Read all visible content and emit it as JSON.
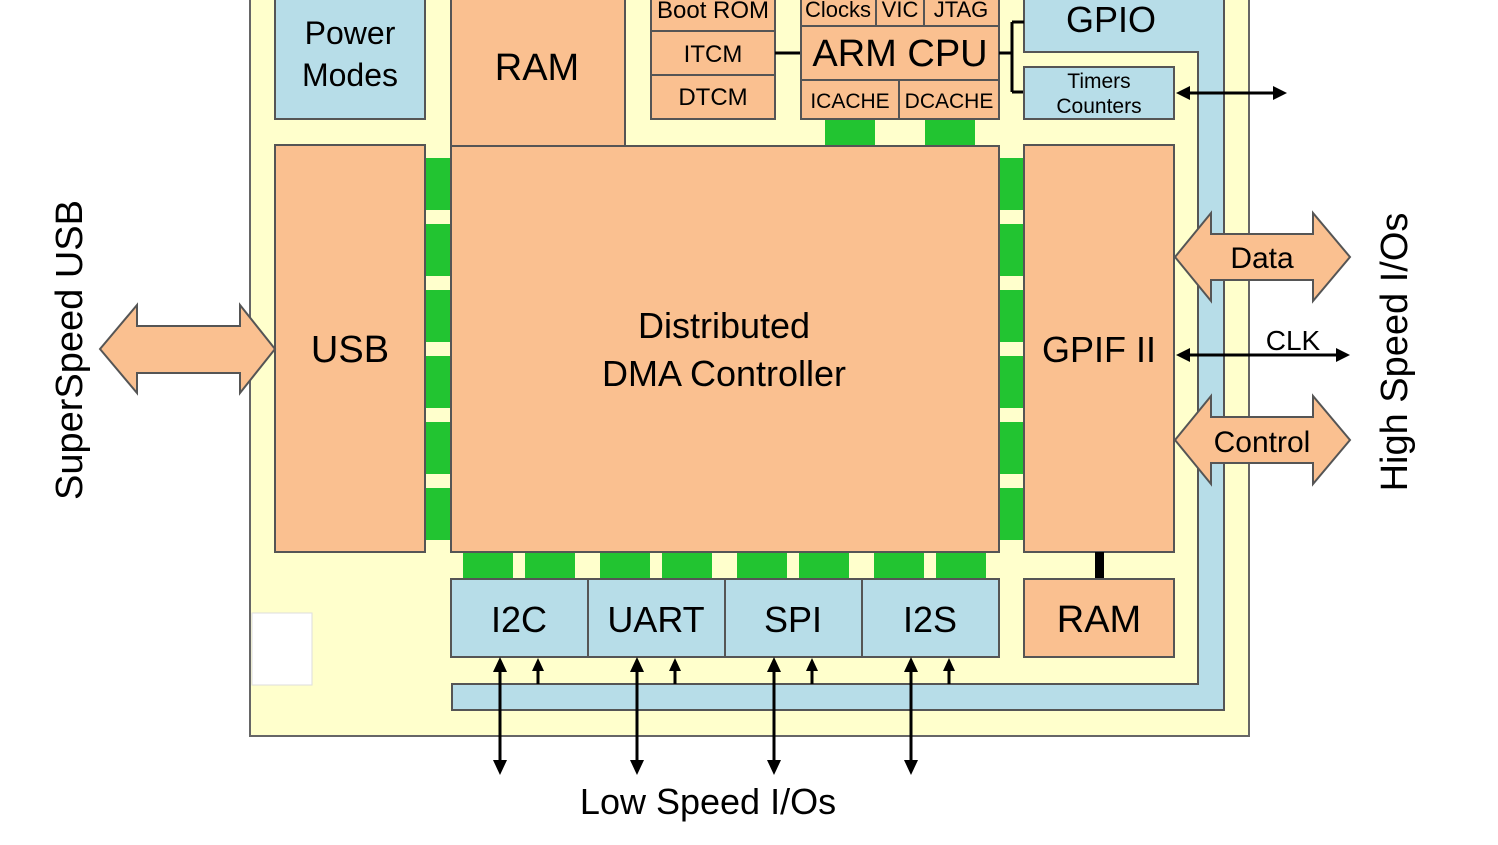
{
  "colors": {
    "chip_bg": "#ffffcc",
    "peach": "#fac090",
    "blue": "#b7dde8",
    "connector": "#22c431",
    "line": "#000000"
  },
  "blocks": {
    "power_modes": [
      "Power",
      "Modes"
    ],
    "ram_top": "RAM",
    "boot_rom": "Boot ROM",
    "itcm": "ITCM",
    "dtcm": "DTCM",
    "clocks": "Clocks",
    "vic": "VIC",
    "jtag": "JTAG",
    "arm_cpu": "ARM CPU",
    "icache": "ICACHE",
    "dcache": "DCACHE",
    "gpio": "GPIO",
    "timers": [
      "Timers",
      "Counters"
    ],
    "usb": "USB",
    "dma": [
      "Distributed",
      "DMA Controller"
    ],
    "gpif": "GPIF II",
    "i2c": "I2C",
    "uart": "UART",
    "spi": "SPI",
    "i2s": "I2S",
    "ram_bottom": "RAM"
  },
  "signals": {
    "data": "Data",
    "clk": "CLK",
    "control": "Control"
  },
  "labels": {
    "superspeed_usb": "SuperSpeed USB",
    "high_speed_io": "High Speed I/Os",
    "low_speed_io": "Low Speed I/Os"
  }
}
